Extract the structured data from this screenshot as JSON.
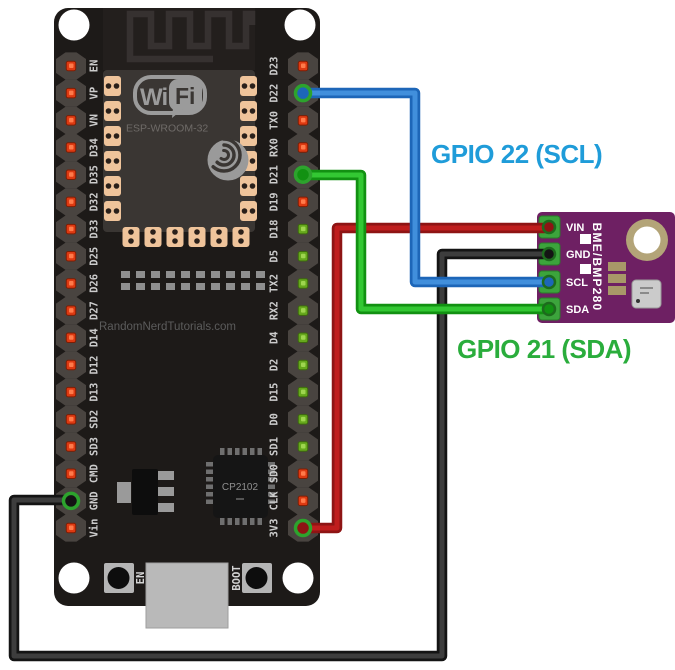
{
  "board": {
    "credit_text": "RandomNerdTutorials.com",
    "module_label": "ESP-WROOM-32",
    "wifi_logo": {
      "left": "Wi",
      "right": "Fi"
    },
    "usb_chip_label": "CP2102",
    "buttons": [
      {
        "label": "EN"
      },
      {
        "label": "BOOT"
      }
    ],
    "left_pins": [
      {
        "label": "EN",
        "led": "red"
      },
      {
        "label": "VP",
        "led": "red"
      },
      {
        "label": "VN",
        "led": "red"
      },
      {
        "label": "D34",
        "led": "red"
      },
      {
        "label": "D35",
        "led": "red"
      },
      {
        "label": "D32",
        "led": "red"
      },
      {
        "label": "D33",
        "led": "red"
      },
      {
        "label": "D25",
        "led": "red"
      },
      {
        "label": "D26",
        "led": "red"
      },
      {
        "label": "D27",
        "led": "red"
      },
      {
        "label": "D14",
        "led": "red"
      },
      {
        "label": "D12",
        "led": "red"
      },
      {
        "label": "D13",
        "led": "red"
      },
      {
        "label": "SD2",
        "led": "red"
      },
      {
        "label": "SD3",
        "led": "red"
      },
      {
        "label": "CMD",
        "led": "red"
      },
      {
        "label": "GND",
        "led": "wire",
        "wire": "black"
      },
      {
        "label": "Vin",
        "led": "red"
      }
    ],
    "right_pins": [
      {
        "label": "D23",
        "led": "red"
      },
      {
        "label": "D22",
        "led": "wire",
        "wire": "blue"
      },
      {
        "label": "TX0",
        "led": "red"
      },
      {
        "label": "RX0",
        "led": "red"
      },
      {
        "label": "D21",
        "led": "wire",
        "wire": "green"
      },
      {
        "label": "D19",
        "led": "red"
      },
      {
        "label": "D18",
        "led": "green"
      },
      {
        "label": "D5",
        "led": "green"
      },
      {
        "label": "TX2",
        "led": "green"
      },
      {
        "label": "RX2",
        "led": "green"
      },
      {
        "label": "D4",
        "led": "green"
      },
      {
        "label": "D2",
        "led": "green"
      },
      {
        "label": "D15",
        "led": "green"
      },
      {
        "label": "D0",
        "led": "green"
      },
      {
        "label": "SD1",
        "led": "green"
      },
      {
        "label": "SD0",
        "led": "red"
      },
      {
        "label": "CLK",
        "led": "red"
      },
      {
        "label": "3V3",
        "led": "wire",
        "wire": "red"
      }
    ]
  },
  "sensor": {
    "board_label": "BME/BMP280",
    "pins": [
      {
        "label": "VIN",
        "wire": "red"
      },
      {
        "label": "GND",
        "wire": "black"
      },
      {
        "label": "SCL",
        "wire": "blue"
      },
      {
        "label": "SDA",
        "wire": "green"
      }
    ]
  },
  "annotations": [
    {
      "text": "GPIO 22 (SCL)",
      "color": "#1f9cd9"
    },
    {
      "text": "GPIO 21 (SDA)",
      "color": "#2aad3c"
    }
  ],
  "wire_colors": {
    "red": {
      "outer": "#8e1414",
      "core": "#bf1d1d"
    },
    "blue": {
      "outer": "#1d66b8",
      "core": "#418fdc"
    },
    "green": {
      "outer": "#129112",
      "core": "#33c833"
    },
    "black": {
      "outer": "#141414",
      "core": "#3d3d3d"
    }
  }
}
